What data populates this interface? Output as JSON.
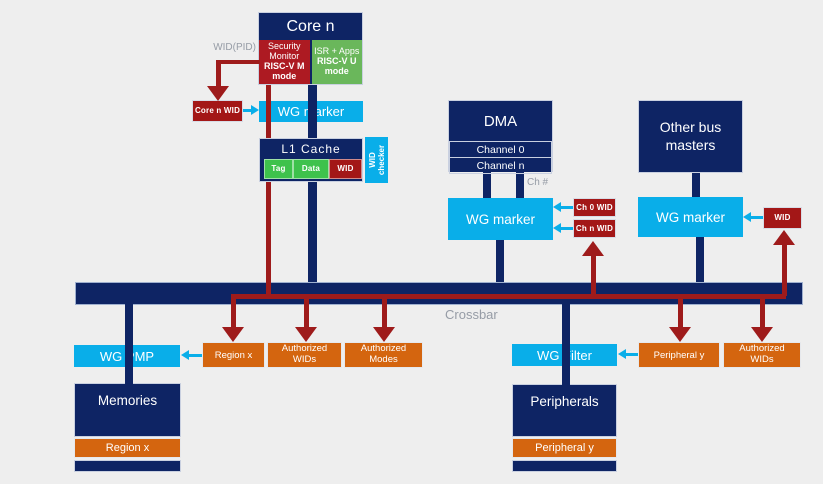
{
  "colors": {
    "navy": "#0e2464",
    "cyan": "#09aee9",
    "orange": "#d4650f",
    "dark_red": "#9e1b1b",
    "bright_green": "#3ec24c",
    "green": "#6ab75b",
    "background": "#eeeeee"
  },
  "labels": {
    "wid_pid": "WID(PID)",
    "ch_number": "Ch #",
    "crossbar": "Crossbar"
  },
  "core": {
    "title": "Core n",
    "security_monitor": {
      "name": "Security Monitor",
      "mode": "RISC-V M mode"
    },
    "isr_apps": {
      "name": "ISR + Apps",
      "mode": "RISC-V U mode"
    },
    "core_wid": "Core n WID",
    "wg_marker": "WG marker"
  },
  "l1_cache": {
    "title": "L1 Cache",
    "tag": "Tag",
    "data": "Data",
    "wid": "WID",
    "wid_checker": "WID checker"
  },
  "dma": {
    "title": "DMA",
    "channel_0": "Channel 0",
    "channel_n": "Channel n",
    "wg_marker": "WG marker",
    "ch0_wid": "Ch 0 WID",
    "chn_wid": "Ch n WID"
  },
  "other_bus_masters": {
    "title": "Other bus masters",
    "wg_marker": "WG marker",
    "wid": "WID"
  },
  "memory_path": {
    "wg_pmp": "WG PMP",
    "region": "Region x",
    "authorized_wids": "Authorized WIDs",
    "authorized_modes": "Authorized Modes",
    "memories_title": "Memories",
    "memories_region": "Region x"
  },
  "peripheral_path": {
    "wg_filter": "WG Filter",
    "peripheral": "Peripheral y",
    "authorized_wids": "Authorized WIDs",
    "peripherals_title": "Peripherals",
    "peripherals_item": "Peripheral y"
  }
}
